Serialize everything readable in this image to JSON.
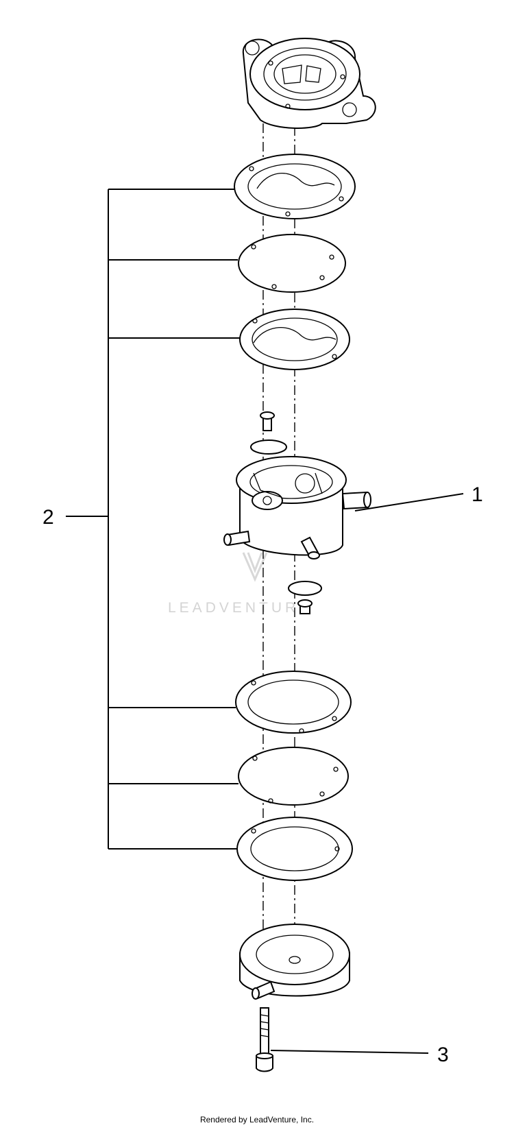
{
  "callouts": [
    {
      "id": "c1",
      "label": "1"
    },
    {
      "id": "c2",
      "label": "2"
    },
    {
      "id": "c3",
      "label": "3"
    }
  ],
  "watermark": "LEADVENTURE",
  "footer": {
    "credit": "Rendered by LeadVenture, Inc."
  }
}
